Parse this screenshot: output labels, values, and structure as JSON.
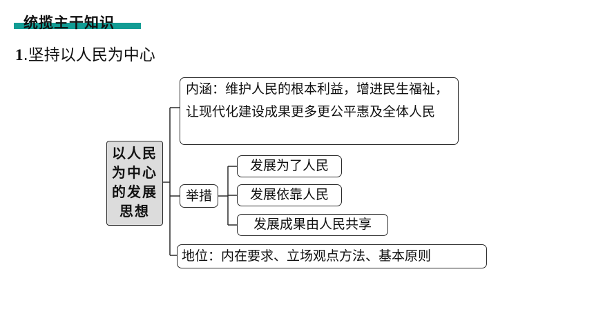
{
  "header": {
    "title": "统揽主干知识"
  },
  "section": {
    "number": "1",
    "title": ".坚持以人民为中心"
  },
  "diagram": {
    "center": "以人民为中心的发展思想",
    "connotation": "内涵：维护人民的根本利益，增进民生福祉，让现代化建设成果更多更公平惠及全体人民",
    "measures": {
      "label": "举措",
      "items": [
        "发展为了人民",
        "发展依靠人民",
        "发展成果由人民共享"
      ]
    },
    "status": "地位：内在要求、立场观点方法、基本原则"
  },
  "colors": {
    "accent": "#129c94",
    "center_fill": "#dcdcdc",
    "line": "#2a2a2a"
  }
}
